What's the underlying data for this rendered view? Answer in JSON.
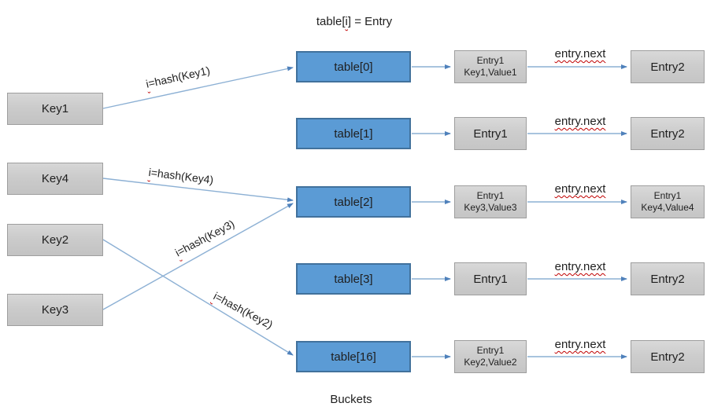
{
  "title": {
    "pre": "table[",
    "i": "i",
    "post": "] = Entry"
  },
  "footer": "Buckets",
  "keys": [
    {
      "label": "Key1"
    },
    {
      "label": "Key4"
    },
    {
      "label": "Key2"
    },
    {
      "label": "Key3"
    }
  ],
  "hash_labels": [
    {
      "i": "i",
      "rest": "=hash(Key1)"
    },
    {
      "i": "i",
      "rest": "=hash(Key4)"
    },
    {
      "i": "i",
      "rest": "=hash(Key3)"
    },
    {
      "i": "i",
      "rest": "=hash(Key2)"
    }
  ],
  "rows": [
    {
      "bucket": "table[0]",
      "e1_line1": "Entry1",
      "e1_line2": "Key1,Value1",
      "link": "entry.next",
      "e2_line1": "Entry2",
      "e2_line2": ""
    },
    {
      "bucket": "table[1]",
      "e1_line1": "Entry1",
      "e1_line2": "",
      "link": "entry.next",
      "e2_line1": "Entry2",
      "e2_line2": ""
    },
    {
      "bucket": "table[2]",
      "e1_line1": "Entry1",
      "e1_line2": "Key3,Value3",
      "link": "entry.next",
      "e2_line1": "Entry1",
      "e2_line2": "Key4,Value4"
    },
    {
      "bucket": "table[3]",
      "e1_line1": "Entry1",
      "e1_line2": "",
      "link": "entry.next",
      "e2_line1": "Entry2",
      "e2_line2": ""
    },
    {
      "bucket": "table[16]",
      "e1_line1": "Entry1",
      "e1_line2": "Key2,Value2",
      "link": "entry.next",
      "e2_line1": "Entry2",
      "e2_line2": ""
    }
  ],
  "colors": {
    "bucket_fill": "#5b9bd5",
    "bucket_border": "#41719c",
    "key_border": "#9e9e9e",
    "arrow_line": "#8cb0d4",
    "arrow_head": "#4f81bb",
    "squiggle": "#c00000",
    "text": "#1f1f1f"
  }
}
